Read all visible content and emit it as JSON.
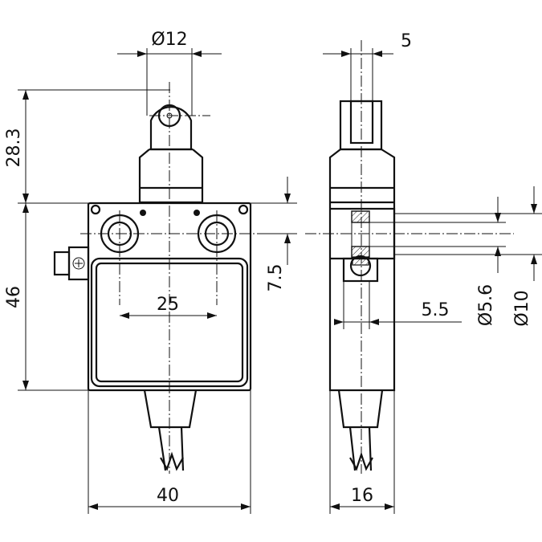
{
  "drawing": {
    "front_view": {
      "dims": {
        "roller_diameter": "Ø12",
        "actuator_height": "28.3",
        "body_height": "46",
        "hole_offset": "7.5",
        "hole_spacing": "25",
        "body_width": "40"
      }
    },
    "side_view": {
      "dims": {
        "plunger_width": "5",
        "hole_depth": "5.5",
        "hole_diameter": "Ø5.6",
        "counterbore_diameter": "Ø10",
        "body_depth": "16"
      }
    }
  }
}
